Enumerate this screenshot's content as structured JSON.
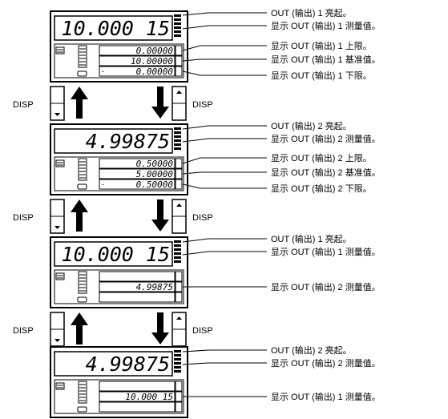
{
  "panels": [
    {
      "main_value": "10.000 15",
      "upper": "0.00000",
      "middle": "10.00000",
      "lower": "0.00000",
      "lower_sign": "-",
      "notes": [
        "OUT (输出) 1 亮起。",
        "显示 OUT (输出) 1 测量值。",
        "显示 OUT (输出) 1 上限。",
        "显示 OUT (输出) 1 基准值。",
        "显示 OUT (输出) 1 下限。"
      ]
    },
    {
      "main_value": "4.99875",
      "upper": "0.50000",
      "middle": "5.00000",
      "lower": "0.50000",
      "lower_sign": "-",
      "notes": [
        "OUT (输出) 2 亮起。",
        "显示 OUT (输出) 2 测量值。",
        "显示 OUT (输出) 2 上限。",
        "显示 OUT (输出) 2 基准值。",
        "显示 OUT (输出) 2 下限。"
      ]
    },
    {
      "main_value": "10.000 15",
      "middle": "4.99875",
      "notes": [
        "OUT (输出) 1 亮起。",
        "显示 OUT (输出) 1 测量值。",
        "显示 OUT (输出) 2 测量值。"
      ]
    },
    {
      "main_value": "4.99875",
      "middle": "10.000 15",
      "notes": [
        "OUT (输出) 2 亮起。",
        "显示 OUT (输出) 2 测量值。",
        "显示 OUT (输出) 1 测量值。"
      ]
    }
  ],
  "disp_label": "DISP",
  "icons": {
    "up": "up-arrow-icon",
    "down": "down-arrow-icon",
    "up_key": "up-triangle-icon",
    "down_key": "down-triangle-icon"
  }
}
